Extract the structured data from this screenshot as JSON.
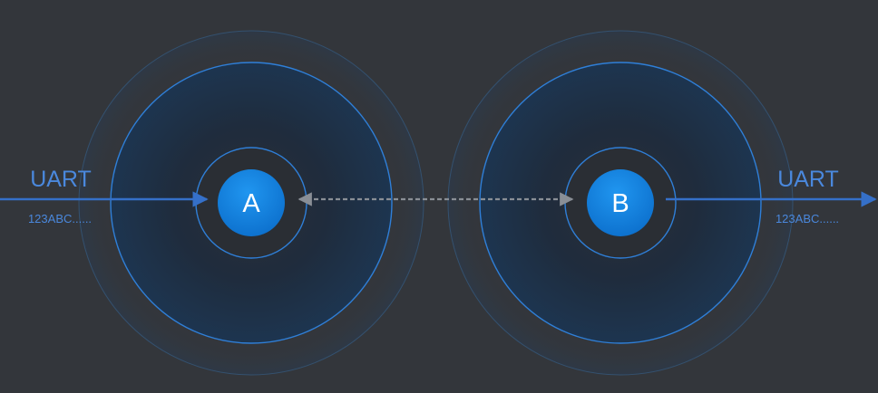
{
  "colors": {
    "background": "#33363b",
    "ring": "#2f7fd8",
    "ring_faint": "#3a5f86",
    "node_fill": "#1687e6",
    "uart_arrow": "#3570c9",
    "link_arrow": "#8a8f96",
    "text_blue": "#4a88dd"
  },
  "nodes": {
    "a": {
      "label": "A"
    },
    "b": {
      "label": "B"
    }
  },
  "left_port": {
    "title": "UART",
    "data": "123ABC......"
  },
  "right_port": {
    "title": "UART",
    "data": "123ABC......"
  },
  "link": {
    "style": "dashed",
    "direction": "bidirectional"
  }
}
